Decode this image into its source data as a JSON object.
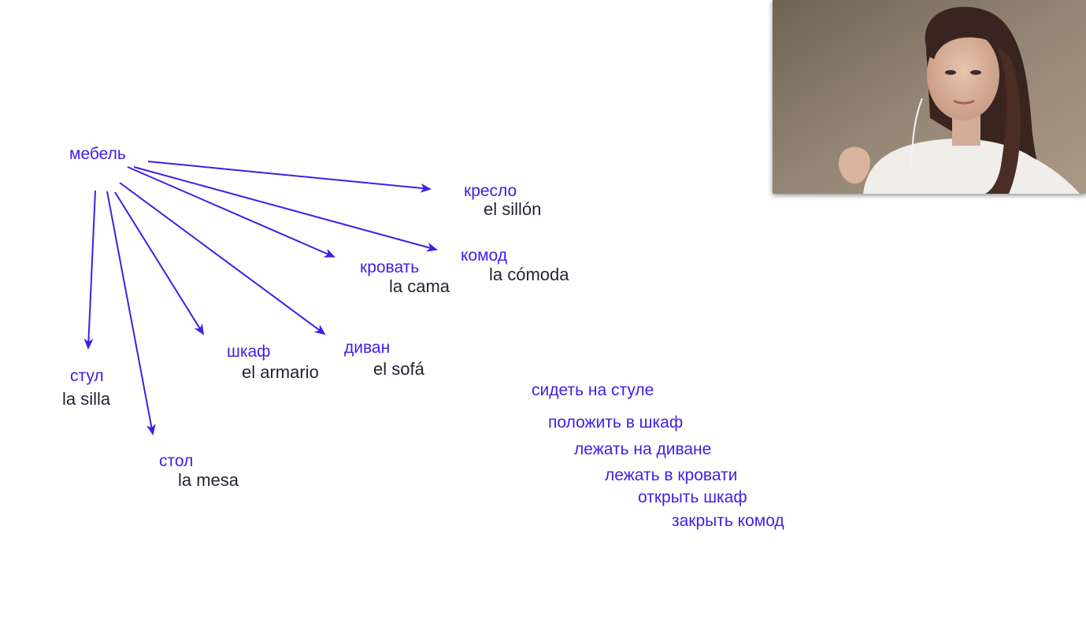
{
  "colors": {
    "accent": "#3d1fe6",
    "text_dark": "#1f2430",
    "background": "#ffffff"
  },
  "root_word": "мебель",
  "words": [
    {
      "id": "kreslo",
      "ru": "кресло",
      "es": "el sillón"
    },
    {
      "id": "komod",
      "ru": "комод",
      "es": "la cómoda"
    },
    {
      "id": "krovat",
      "ru": "кровать",
      "es": "la cama"
    },
    {
      "id": "divan",
      "ru": "диван",
      "es": "el sofá"
    },
    {
      "id": "shkaf",
      "ru": "шкаф",
      "es": "el armario"
    },
    {
      "id": "stul",
      "ru": "стул",
      "es": "la silla"
    },
    {
      "id": "stol",
      "ru": "стол",
      "es": "la mesa"
    }
  ],
  "phrases": [
    "сидеть на стуле",
    "положить в шкаф",
    "лежать на диване",
    "лежать в кровати",
    "открыть шкаф",
    "закрыть комод"
  ],
  "webcam": {
    "icon": "video-participant-icon"
  }
}
